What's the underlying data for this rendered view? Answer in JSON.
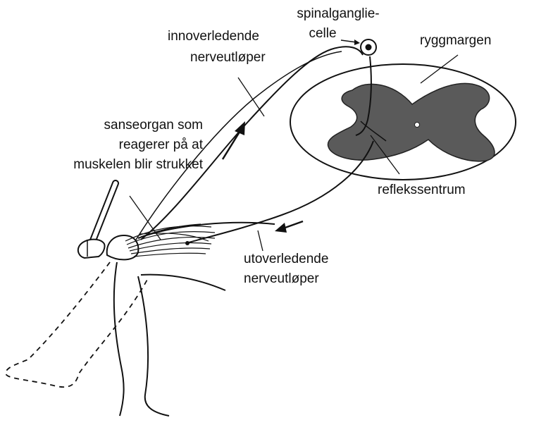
{
  "labels": {
    "spinal_ganglion_line1": "spinalganglie-",
    "spinal_ganglion_line2": "celle",
    "spinal_cord": "ryggmargen",
    "afferent_line1": "innoverledende",
    "afferent_line2": "nerveutløper",
    "sense_organ_line1": "sanseorgan som",
    "sense_organ_line2": "reagerer på at",
    "sense_organ_line3": "muskelen blir strukket",
    "reflex_center": "reflekssentrum",
    "efferent_line1": "utoverledende",
    "efferent_line2": "nerveutløper"
  },
  "colors": {
    "ink": "#111111",
    "grey_matter": "#5a5a5a",
    "background": "#ffffff"
  }
}
